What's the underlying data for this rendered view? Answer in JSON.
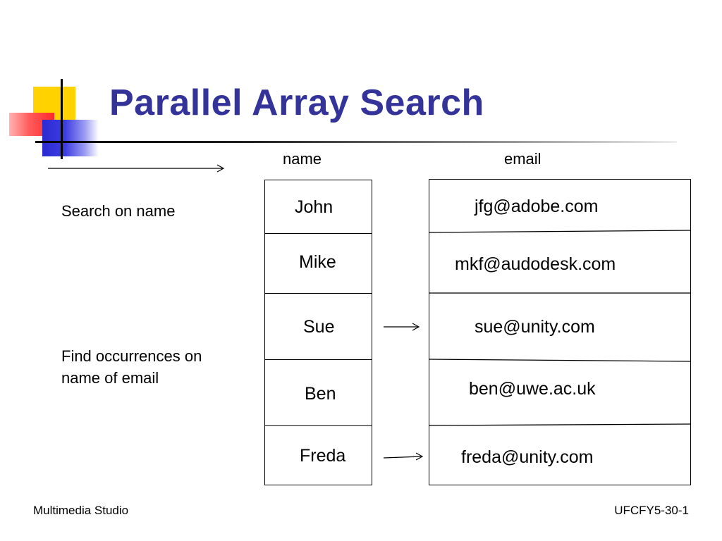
{
  "slide": {
    "title": "Parallel Array Search",
    "headers": {
      "name": "name",
      "email": "email"
    },
    "notes": {
      "search_on_name": "Search on name",
      "find_line1": "Find occurrences on",
      "find_line2": "name of email"
    },
    "names": [
      "John",
      "Mike",
      "Sue",
      "Ben",
      "Freda"
    ],
    "emails": [
      "jfg@adobe.com",
      "mkf@audodesk.com",
      "sue@unity.com",
      "ben@uwe.ac.uk",
      "freda@unity.com"
    ],
    "footer": {
      "left": "Multimedia Studio",
      "right": "UFCFY5-30-1"
    },
    "colors": {
      "title": "#333399",
      "logo_yellow": "#ffd200",
      "logo_red": "#ff2a2a",
      "logo_blue": "#2b2bd4"
    }
  }
}
